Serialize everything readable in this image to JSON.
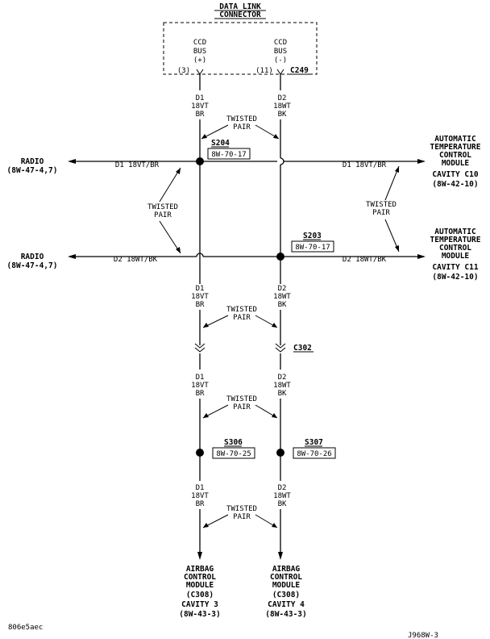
{
  "connector": {
    "title_line1": "DATA LINK",
    "title_line2": "CONNECTOR",
    "pin_pos_label": [
      "CCD",
      "BUS",
      "(+)"
    ],
    "pin_neg_label": [
      "CCD",
      "BUS",
      "(-)"
    ],
    "pin_pos_cavity": "(3)",
    "pin_neg_cavity": "(11)",
    "id": "C249"
  },
  "wires": {
    "d1": [
      "D1",
      "18VT",
      "BR"
    ],
    "d2": [
      "D2",
      "18WT",
      "BK"
    ],
    "d1_horizontal": "D1 18VT/BR",
    "d2_horizontal": "D2 18WT/BK"
  },
  "twisted_pair": [
    "TWISTED",
    "PAIR"
  ],
  "splices": {
    "s204": {
      "id": "S204",
      "ref": "8W-70-17"
    },
    "s203": {
      "id": "S203",
      "ref": "8W-70-17"
    },
    "s306": {
      "id": "S306",
      "ref": "8W-70-25"
    },
    "s307": {
      "id": "S307",
      "ref": "8W-70-26"
    }
  },
  "inline_connector": "C302",
  "radio": {
    "name": "RADIO",
    "ref": "(8W-47-4,7)"
  },
  "atc_c10": [
    "AUTOMATIC",
    "TEMPERATURE",
    "CONTROL",
    "MODULE",
    "CAVITY C10",
    "(8W-42-10)"
  ],
  "atc_c11": [
    "AUTOMATIC",
    "TEMPERATURE",
    "CONTROL",
    "MODULE",
    "CAVITY C11",
    "(8W-42-10)"
  ],
  "airbag_3": [
    "AIRBAG",
    "CONTROL",
    "MODULE",
    "(C308)",
    "CAVITY 3",
    "(8W-43-3)"
  ],
  "airbag_4": [
    "AIRBAG",
    "CONTROL",
    "MODULE",
    "(C308)",
    "CAVITY 4",
    "(8W-43-3)"
  ],
  "footer": {
    "left": "806e5aec",
    "right": "J968W-3"
  }
}
